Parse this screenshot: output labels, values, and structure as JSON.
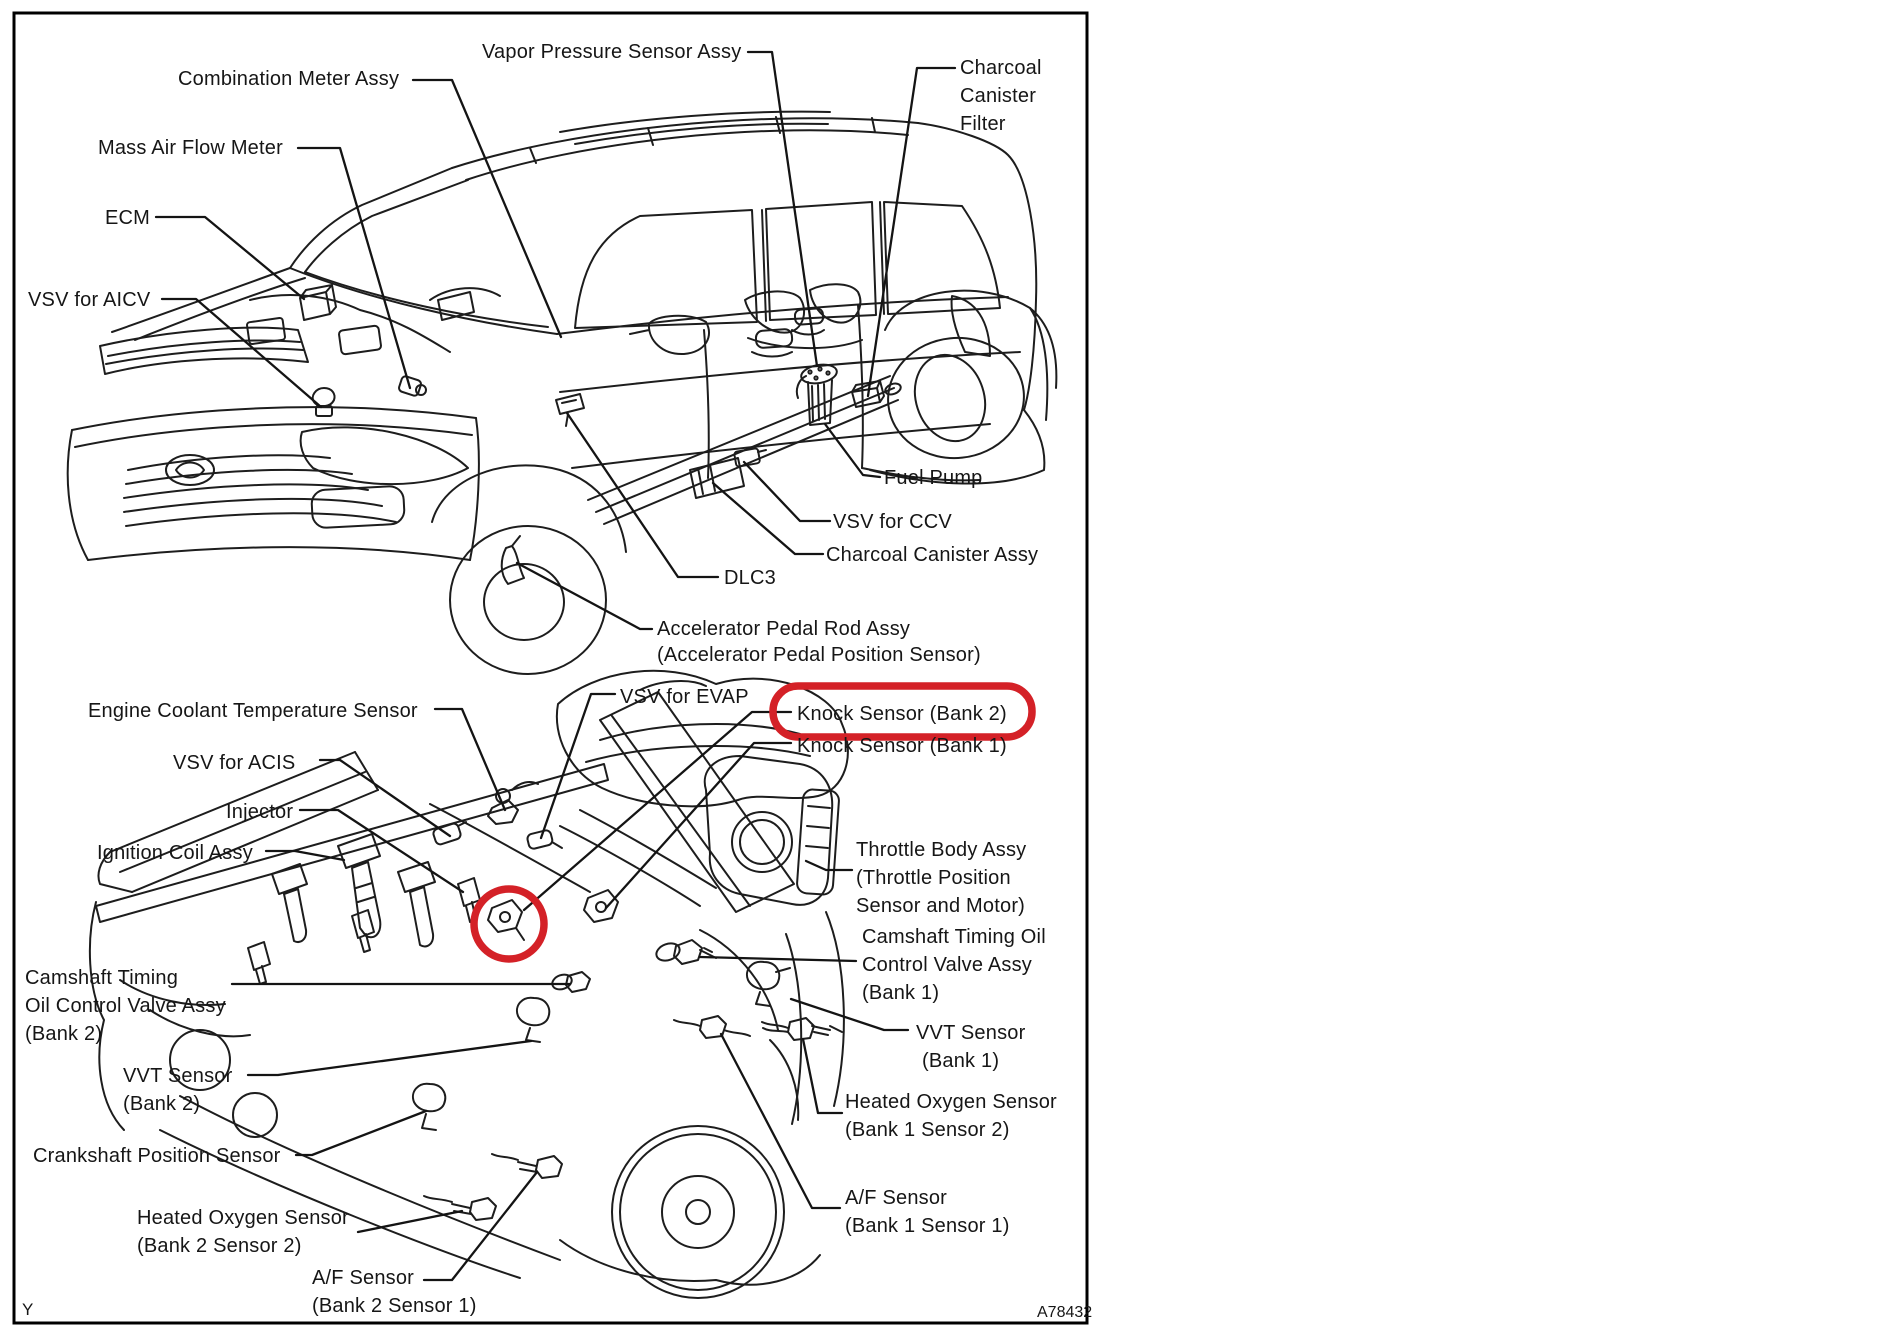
{
  "page": {
    "background": "#ffffff",
    "border_color": "#000000"
  },
  "highlight": {
    "color": "#d42127"
  },
  "corner": {
    "left": "Y",
    "right": "A78432"
  },
  "labels": {
    "vapor_pressure": {
      "text": "Vapor Pressure Sensor Assy"
    },
    "combination_meter": {
      "text": "Combination Meter Assy"
    },
    "mass_air_flow": {
      "text": "Mass Air Flow Meter"
    },
    "ecm": {
      "text": "ECM"
    },
    "vsv_aicv": {
      "text": "VSV for AICV"
    },
    "charcoal_filter": {
      "line1": "Charcoal",
      "line2": "Canister",
      "line3": "Filter"
    },
    "fuel_pump": {
      "text": "Fuel Pump"
    },
    "vsv_ccv": {
      "text": "VSV for CCV"
    },
    "charcoal_assy": {
      "text": "Charcoal Canister Assy"
    },
    "dlc3": {
      "text": "DLC3"
    },
    "accel_pedal": {
      "line1": "Accelerator Pedal Rod Assy",
      "line2": "(Accelerator Pedal Position Sensor)"
    },
    "ect_sensor": {
      "text": "Engine Coolant Temperature Sensor"
    },
    "vsv_evap": {
      "text": "VSV for EVAP"
    },
    "knock2": {
      "text": "Knock Sensor (Bank 2)"
    },
    "knock1": {
      "text": "Knock Sensor (Bank 1)"
    },
    "vsv_acis": {
      "text": "VSV for ACIS"
    },
    "injector": {
      "text": "Injector"
    },
    "ignition_coil": {
      "text": "Ignition Coil Assy"
    },
    "throttle_body": {
      "line1": "Throttle Body Assy",
      "line2": "(Throttle Position",
      "line3": "Sensor and Motor)"
    },
    "ocv1": {
      "line1": "Camshaft Timing Oil",
      "line2": "Control Valve Assy",
      "line3": "(Bank 1)"
    },
    "ocv2": {
      "line1": "Camshaft Timing",
      "line2": "Oil Control Valve Assy",
      "line3": "(Bank 2)"
    },
    "vvt1": {
      "line1": "VVT Sensor",
      "line2": "(Bank 1)"
    },
    "vvt2": {
      "line1": "VVT Sensor",
      "line2": "(Bank 2)"
    },
    "ho2_b1s2": {
      "line1": "Heated Oxygen Sensor",
      "line2": "(Bank 1 Sensor 2)"
    },
    "crank": {
      "text": "Crankshaft Position Sensor"
    },
    "af_b1s1": {
      "line1": "A/F Sensor",
      "line2": "(Bank 1 Sensor 1)"
    },
    "ho2_b2s2": {
      "line1": "Heated Oxygen Sensor",
      "line2": "(Bank 2 Sensor 2)"
    },
    "af_b2s1": {
      "line1": "A/F Sensor",
      "line2": "(Bank 2 Sensor 1)"
    }
  }
}
